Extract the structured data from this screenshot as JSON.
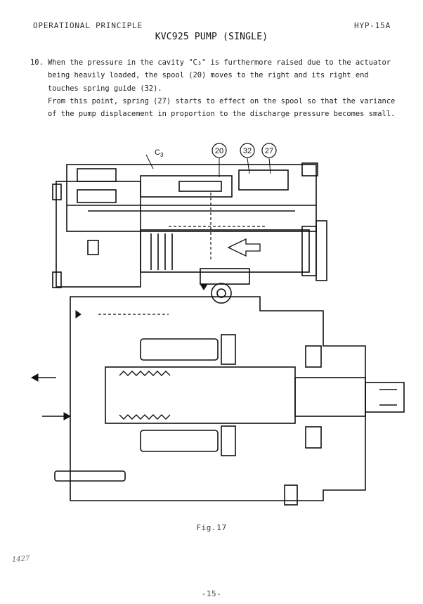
{
  "header": {
    "left": "OPERATIONAL PRINCIPLE",
    "right": "HYP-15A"
  },
  "title": "KVC925 PUMP (SINGLE)",
  "paragraph": {
    "lines": [
      "10. When the pressure in the cavity \"C₃\" is furthermore raised due to the actuator",
      "    being heavily loaded, the spool (20) moves to the right and its right end",
      "    touches spring guide (32).",
      "    From this point, spring (27) starts to effect on the spool so that the variance",
      "    of the pump displacement in proportion to the discharge pressure becomes small."
    ]
  },
  "figure": {
    "labels": {
      "cavity": "C",
      "cavity_sub": "3",
      "spool": "20",
      "spring_guide": "32",
      "spring": "27"
    },
    "caption": "Fig.17"
  },
  "handwritten_note": "1427",
  "page_number": "-15-"
}
